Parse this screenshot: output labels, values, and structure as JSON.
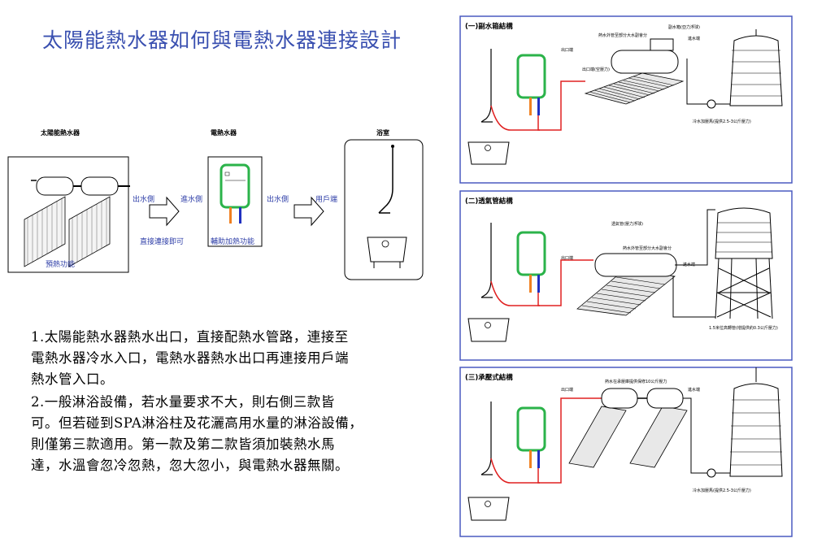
{
  "title": "太陽能熱水器如何與電熱水器連接設計",
  "components": {
    "solar": "太陽能熱水器",
    "electric": "電熱水器",
    "bathroom": "浴室"
  },
  "flow": {
    "outlet_side": "出水側",
    "inlet_side": "進水側",
    "outlet_side_2": "出水側",
    "user_end": "用戶端",
    "direct_connect": "直接連接即可",
    "aux_heating": "輔助加熱功能",
    "preheat": "預熱功能"
  },
  "description": {
    "lines": [
      "1.太陽能熱水器熱水出口，直接配熱水管路，連接至",
      "電熱水器冷水入口，電熱水器熱水出口再連接用戶端",
      "熱水管入口。",
      "2.一般淋浴設備，若水量要求不大，則右側三款皆",
      "可。但若碰到SPA淋浴柱及花灑高用水量的淋浴設備，",
      "則僅第三款適用。第一款及第二款皆須加裝熱水馬",
      "達，水溫會忽冷忽熱，忽大忽小，與電熱水器無關。"
    ]
  },
  "panels": [
    {
      "title": "(一)副水箱結構",
      "annotations": [
        "副水箱(亞力浮球)",
        "熱水外管至部分大水副會分",
        "進水端",
        "出口端",
        "出口端(空壓力)",
        "冷水加壓馬(提供2.5-3公斤壓力)"
      ]
    },
    {
      "title": "(二)透氣管結構",
      "annotations": [
        "透氣管(壓力浮球)",
        "熱水外管至部分大水副會分",
        "進水端",
        "出口端",
        "1.5米位高轉管(增提供約0.3公斤壓力)"
      ]
    },
    {
      "title": "(三)承壓式結構",
      "annotations": [
        "熱水在承壓庫提供保修10公斤壓力",
        "出口端",
        "進水端",
        "冷水加壓馬(提供2.5-3公斤壓力)"
      ]
    }
  ],
  "colors": {
    "title": "#3a50b0",
    "frame": "#4a5ac0",
    "heater_green": "#2bb34a",
    "hot_pipe": "#e02020",
    "cold_pipe": "#2030c0",
    "orange_pipe": "#f08020"
  }
}
